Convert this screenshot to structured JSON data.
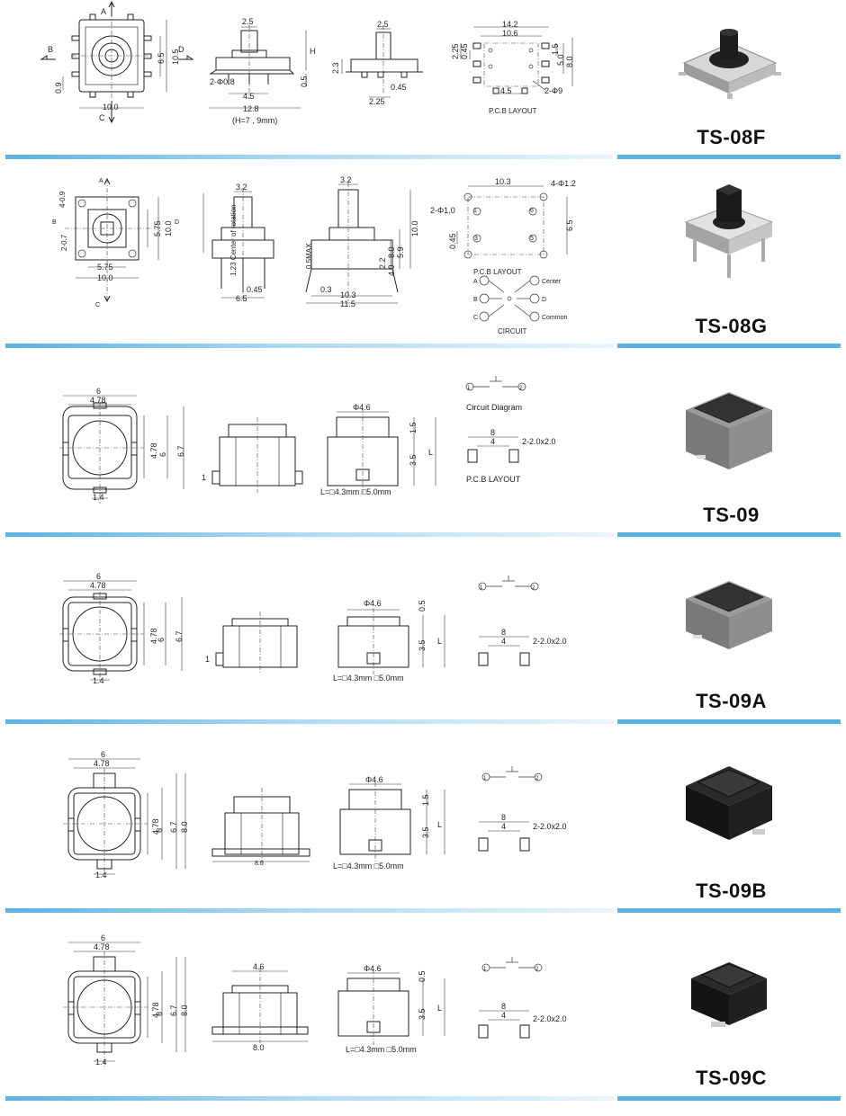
{
  "rows": [
    {
      "model": "TS-08F",
      "labels": {
        "dir_a": "A",
        "dir_b": "B",
        "dir_c": "C",
        "dir_d": "D",
        "d_top_w": "10.0",
        "d_side_h1": "6.5",
        "d_side_h2": "10.5",
        "d_left": "0.9",
        "d_shaft": "2.5",
        "d_H": "H",
        "d_pin": "2-Φ0.8",
        "d_w2": "4.5",
        "d_w3": "12.8",
        "d_h0": "0.5",
        "d_note": "(H=7 , 9mm)",
        "d_shaft2": "2.5",
        "d_h2": "2.3",
        "d_p1": "0.45",
        "d_p2": "2.25",
        "pcb_w1": "14.2",
        "pcb_w2": "10.6",
        "pcb_h1": "2.25",
        "pcb_h2": "0.45",
        "pcb_r1": "1.5",
        "pcb_r2": "5.0",
        "pcb_r3": "8.0",
        "pcb_b": "4.5",
        "pcb_hole": "2-Φ9",
        "pcb_title": "P.C.B LAYOUT"
      }
    },
    {
      "model": "TS-08G",
      "labels": {
        "dir_a": "A",
        "dir_b": "B",
        "dir_c": "C",
        "dir_d": "D",
        "d_holes": "4-0.9",
        "d_l1": "2-0.7",
        "d_sq1": "5.75",
        "d_sq2": "10.0",
        "d_r1": "5.75",
        "d_r2": "10.0",
        "d_shaft": "3.2",
        "d_center": "1.23 Center of rotation",
        "d_pin": "0.45",
        "d_w": "6.5",
        "d_shaft2": "3.2",
        "d_max": "0.5MAX",
        "d_03": "0.3",
        "d_w1": "10.3",
        "d_w2": "11.5",
        "d_v1": "5.9",
        "d_v2": "10.0",
        "d_v3": "8.0",
        "d_v4": "4.0",
        "d_v5": "2.2",
        "pcb_w": "10.3",
        "pcb_h1": "4-Φ1.2",
        "pcb_h2": "2-Φ1.0",
        "pcb_r": "6.5",
        "pcb_l": "0.45",
        "pcb_title": "P.C.B LAYOUT",
        "c_a": "A",
        "c_b": "B",
        "c_c": "C",
        "c_d": "D",
        "c_center": "Center",
        "c_common": "Common",
        "c_title": "CIRCUIT",
        "n1": "1",
        "n2": "2",
        "n3": "3",
        "n4": "4",
        "n5": "5",
        "n6": "6"
      }
    },
    {
      "model": "TS-09",
      "labels": {
        "d_w1": "6",
        "d_w2": "4.78",
        "d_h1": "4.78",
        "d_h2": "6",
        "d_h3": "6.7",
        "d_b": "1.4",
        "d_side": "1",
        "d_dia": "Φ4.6",
        "d_v1": "1.5",
        "d_v2": "3.5",
        "d_L": "L",
        "d_lnote": "L=□4.3mm   □5.0mm",
        "c_n1": "1",
        "c_n2": "2",
        "c_title": "Circuit Diagram",
        "pcb_w1": "8",
        "pcb_w2": "4",
        "pcb_pad": "2-2.0x2.0",
        "pcb_title": "P.C.B LAYOUT"
      }
    },
    {
      "model": "TS-09A",
      "labels": {
        "d_w1": "6",
        "d_w2": "4.78",
        "d_h1": "4.78",
        "d_h2": "6",
        "d_h3": "6.7",
        "d_b": "1.4",
        "d_side": "1",
        "d_dia": "Φ4.6",
        "d_v1": "0.5",
        "d_v2": "3.5",
        "d_L": "L",
        "d_lnote": "L=□4.3mm   □5.0mm",
        "c_n1": "1",
        "c_n2": "2",
        "pcb_w1": "8",
        "pcb_w2": "4",
        "pcb_pad": "2-2.0x2.0"
      }
    },
    {
      "model": "TS-09B",
      "labels": {
        "d_w1": "6",
        "d_w2": "4.78",
        "d_h1": "4.78",
        "d_h2": "6",
        "d_h3": "6.7",
        "d_h4": "8.0",
        "d_b": "1.4",
        "d_base": "8.0",
        "d_dia": "Φ4.6",
        "d_v1": "1.5",
        "d_v2": "3.5",
        "d_L": "L",
        "d_lnote": "L=□4.3mm   □5.0mm",
        "c_n1": "1",
        "c_n2": "2",
        "pcb_w1": "8",
        "pcb_w2": "4",
        "pcb_pad": "2-2.0x2.0"
      }
    },
    {
      "model": "TS-09C",
      "labels": {
        "d_w1": "6",
        "d_w2": "4.78",
        "d_h1": "4.78",
        "d_h2": "6",
        "d_h3": "6.7",
        "d_h4": "8.0",
        "d_b": "1.4",
        "d_top": "4.6",
        "d_base": "8.0",
        "d_dia": "Φ4.6",
        "d_v1": "0.5",
        "d_v2": "3.5",
        "d_L": "L",
        "d_lnote": "L=□4.3mm   □5.0mm",
        "c_n1": "1",
        "c_n2": "2",
        "pcb_w1": "8",
        "pcb_w2": "4",
        "pcb_pad": "2-2.0x2.0"
      }
    }
  ],
  "colors": {
    "separator": "#5ab2e3",
    "body_gray": "#8a8a8a",
    "cap_dark": "#2b2b2b"
  }
}
